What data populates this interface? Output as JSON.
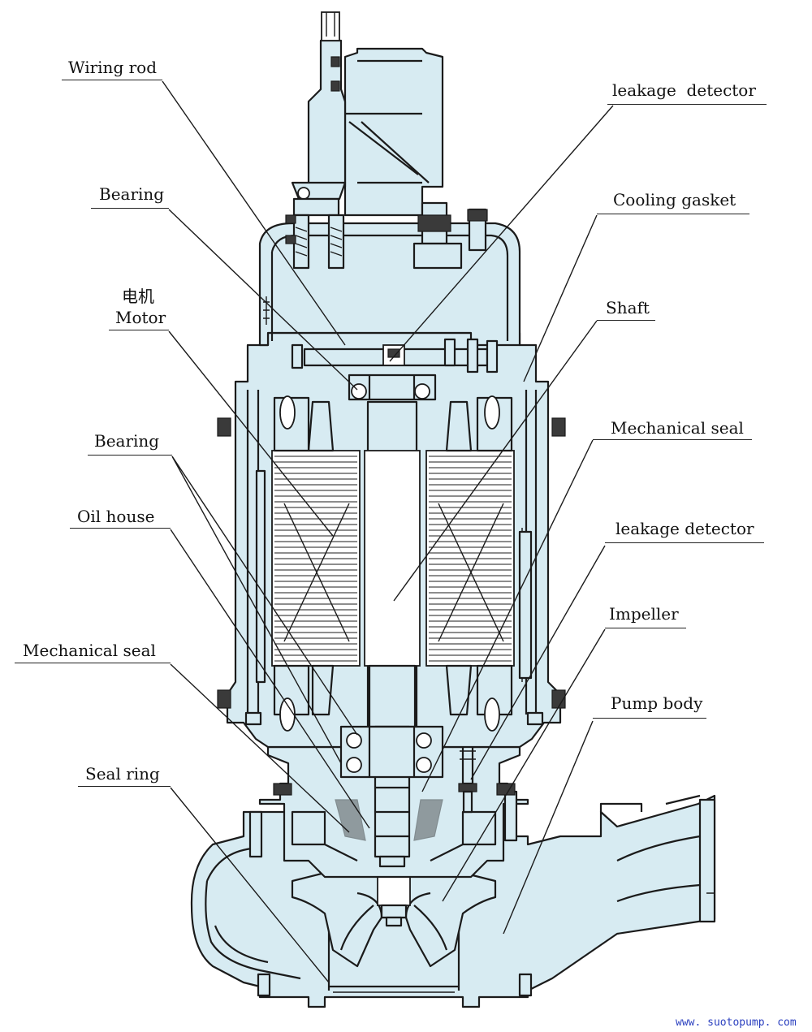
{
  "labels": {
    "wiring_rod": "Wiring rod",
    "leakage_detector_top": "leakage  detector",
    "bearing_top": "Bearing",
    "cooling_gasket": "Cooling gasket",
    "motor_cn": "电机",
    "motor": "Motor",
    "shaft": "Shaft",
    "bearing_mid": "Bearing",
    "mechanical_seal_right": "Mechanical seal",
    "oil_house": "Oil house",
    "leakage_detector_mid": "leakage detector",
    "impeller": "Impeller",
    "mechanical_seal_left": "Mechanical seal",
    "pump_body": "Pump body",
    "seal_ring": "Seal ring"
  },
  "watermark": "www. suotopump. com",
  "colors": {
    "body_fill": "#d7ebf2",
    "outline": "#1b1b1b",
    "watermark": "#2a3fbf"
  }
}
